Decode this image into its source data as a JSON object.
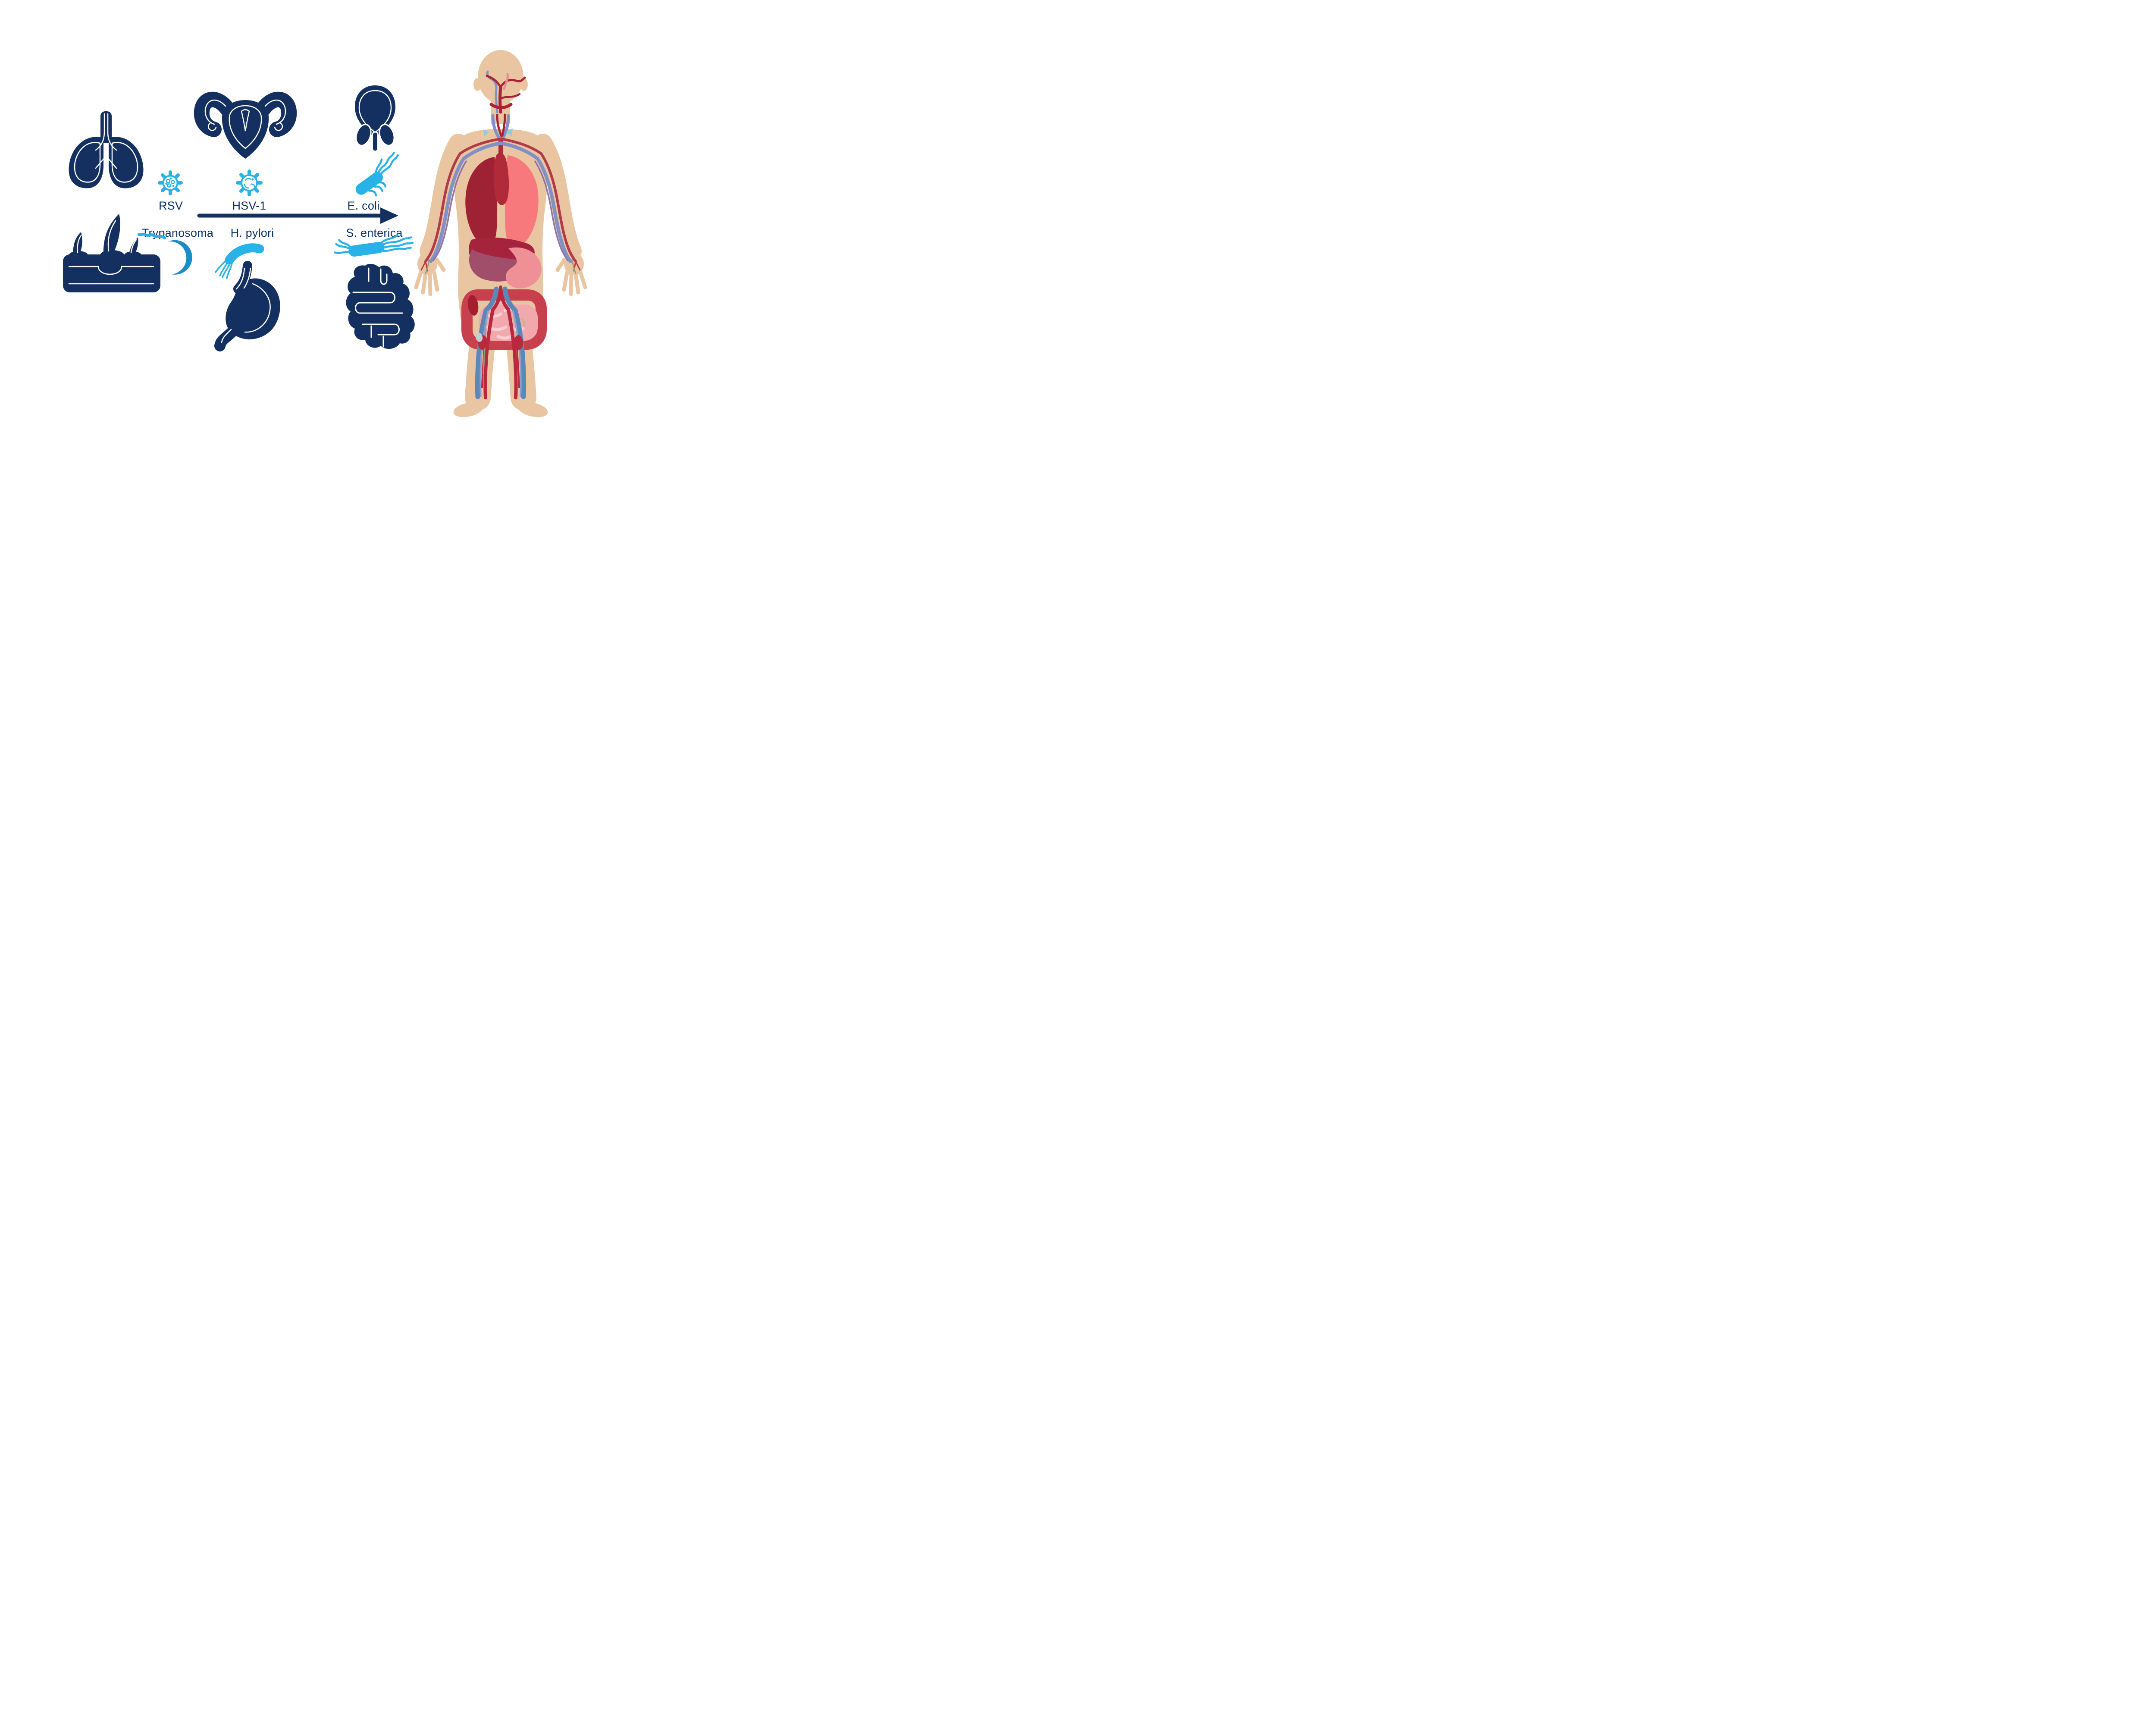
{
  "infographic": {
    "description": "Pathogens and the human organs they infect",
    "background_color": "#ffffff",
    "accent_navy": "#133060",
    "accent_cyan": "#29b2e7",
    "accent_cyan_dark": "#1b8dc6",
    "label_color": "#0b3164",
    "arrow": {
      "direction": "right",
      "color": "#133060"
    },
    "labels": {
      "rsv": "RSV",
      "hsv1": "HSV-1",
      "ecoli": "E. coli",
      "trypanosoma": "Trypanosoma",
      "hpylori": "H. pylori",
      "senterica": "S. enterica"
    },
    "pathogens": [
      {
        "label": "RSV",
        "type": "virus",
        "icon": "virus-icon",
        "organ_icon": "lungs-icon"
      },
      {
        "label": "HSV-1",
        "type": "virus",
        "icon": "virus-icon",
        "organ_icon": "uterus-icon"
      },
      {
        "label": "E. coli",
        "type": "bacterium",
        "icon": "flagellated-bacterium-icon",
        "organ_icon": "bladder-prostate-icon"
      },
      {
        "label": "Trypanosoma",
        "type": "parasite",
        "icon": "trypanosome-icon",
        "organ_icon": "skin-hair-follicle-icon"
      },
      {
        "label": "H. pylori",
        "type": "bacterium",
        "icon": "curved-bacterium-icon",
        "organ_icon": "stomach-icon"
      },
      {
        "label": "S. enterica",
        "type": "bacterium",
        "icon": "flagellated-bacterium-icon",
        "organ_icon": "intestines-icon"
      }
    ],
    "body_figure": {
      "name": "human-anatomy-figure",
      "skin_color": "#eac5a1",
      "artery_red": "#b23b49",
      "dark_artery_red": "#a82333",
      "vein_periwinkle": "#8191c6",
      "vein_steel_blue": "#5c88b8",
      "purple_vessel": "#9072a8",
      "lung_dark_red": "#9e2134",
      "lung_salmon": "#f8797c",
      "liver_red": "#a5233c",
      "liver_lobe_mauve": "#a04e6a",
      "stomach_pink": "#ef8f96",
      "colon_red": "#c8404d",
      "small_intestine_pink": "#f2a9ae",
      "intestine_highlight": "#f8ced2",
      "neck_highlight_blue": "#8ecde5",
      "olive_nerve": "#9f9c77",
      "patella_grey": "#c7ccd2"
    }
  }
}
